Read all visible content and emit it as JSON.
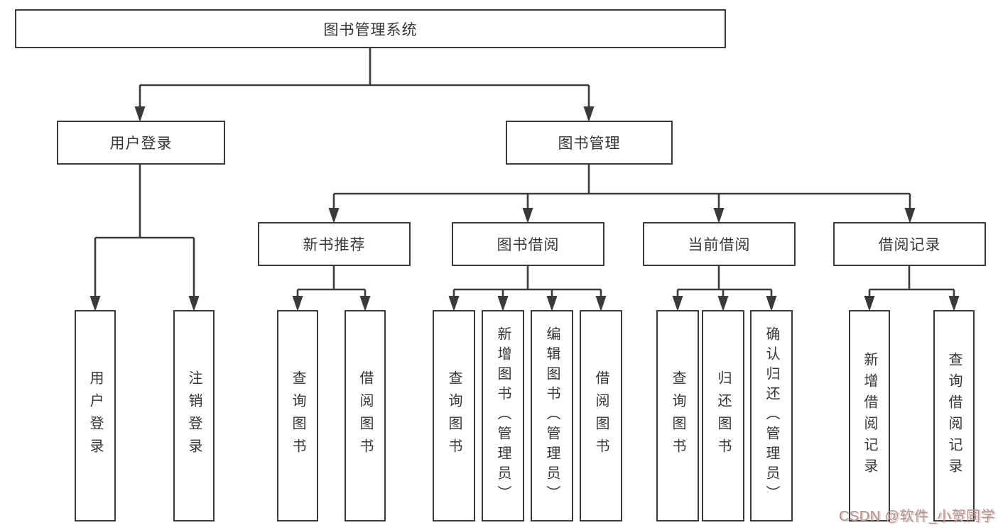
{
  "diagram": {
    "type": "hierarchy-org-chart",
    "colors": {
      "line": "#3a3a3a",
      "box_border": "#3a3a3a",
      "box_background": "#ffffff",
      "text": "#363636",
      "watermark_gray": "#9c9ca0",
      "watermark_accent": "#fc5531"
    }
  },
  "tree": {
    "root": {
      "label": "图书管理系统",
      "children": [
        {
          "label": "用户登录",
          "children": [
            {
              "label": "用户登录"
            },
            {
              "label": "注销登录"
            }
          ]
        },
        {
          "label": "图书管理",
          "children": [
            {
              "label": "新书推荐",
              "children": [
                {
                  "label": "查询图书"
                },
                {
                  "label": "借阅图书"
                }
              ]
            },
            {
              "label": "图书借阅",
              "children": [
                {
                  "label": "查询图书"
                },
                {
                  "label": "新增图书（管理员）"
                },
                {
                  "label": "编辑图书（管理员）"
                },
                {
                  "label": "借阅图书"
                }
              ]
            },
            {
              "label": "当前借阅",
              "children": [
                {
                  "label": "查询图书"
                },
                {
                  "label": "归还图书"
                },
                {
                  "label": "确认归还（管理员）"
                }
              ]
            },
            {
              "label": "借阅记录",
              "children": [
                {
                  "label": "新增借阅记录"
                },
                {
                  "label": "查询借阅记录"
                }
              ]
            }
          ]
        }
      ]
    }
  },
  "watermark": {
    "text": "CSDN @软件_小贺同学"
  }
}
